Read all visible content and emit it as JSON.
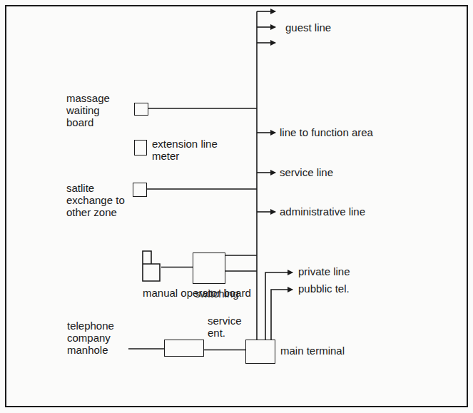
{
  "diagram": {
    "nodes": [
      {
        "text": [
          "massage waiting board"
        ]
      },
      {
        "text": [
          "extension line meter"
        ]
      },
      {
        "text": [
          "satlite exchange to other zone"
        ]
      },
      {
        "text": [
          "manual operator board"
        ]
      },
      {
        "text": [
          "switching"
        ]
      },
      {
        "text": [
          "service ent."
        ]
      },
      {
        "text": [
          "main terminal"
        ]
      }
    ],
    "edges": [
      {
        "from": 3,
        "to": 4,
        "arrow": "none"
      },
      {
        "from": 5,
        "to": 6,
        "arrow": "none"
      }
    ],
    "labels": [
      "guest line",
      "line to function area",
      "service line",
      "administrative line",
      "private line",
      "pubblic tel.",
      "telephone company manhole"
    ]
  }
}
